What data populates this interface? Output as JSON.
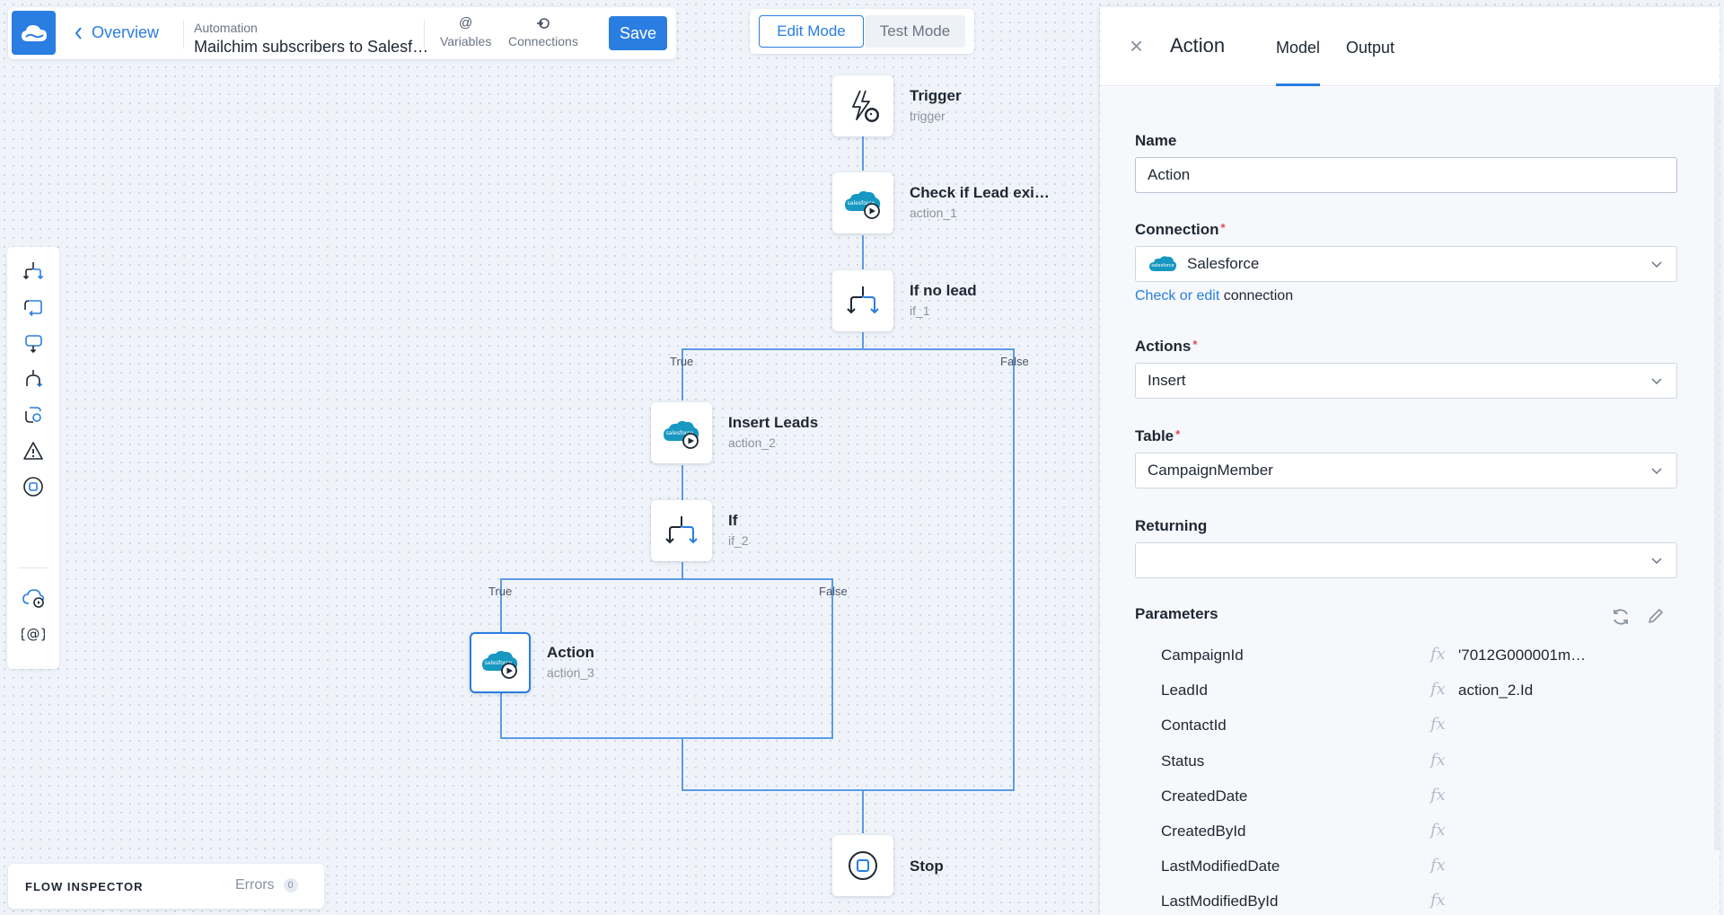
{
  "toolbar": {
    "back_label": "Overview",
    "automation_label": "Automation",
    "automation_name": "Mailchim subscribers to Salesf…",
    "variables_label": "Variables",
    "connections_label": "Connections",
    "save_label": "Save"
  },
  "modes": {
    "edit_label": "Edit Mode",
    "test_label": "Test Mode",
    "active": "Edit Mode"
  },
  "palette": {
    "items": [
      "if-icon",
      "loop-icon",
      "wait-icon",
      "split-icon",
      "try-icon",
      "raise-error-icon",
      "stop-icon",
      "action-icon",
      "variables-icon"
    ]
  },
  "flow": {
    "nodes": [
      {
        "title": "Trigger",
        "sub": "trigger"
      },
      {
        "title": "Check if Lead exi…",
        "sub": "action_1"
      },
      {
        "title": "If no lead",
        "sub": "if_1"
      },
      {
        "title": "Insert Leads",
        "sub": "action_2"
      },
      {
        "title": "If",
        "sub": "if_2"
      },
      {
        "title": "Action",
        "sub": "action_3"
      },
      {
        "title": "Stop",
        "sub": ""
      }
    ],
    "branches": {
      "true1": "True",
      "false1": "False",
      "true2": "True",
      "false2": "False"
    }
  },
  "inspector": {
    "title": "FLOW INSPECTOR",
    "errors_label": "Errors",
    "errors_count": "0"
  },
  "panel": {
    "title": "Action",
    "tabs": [
      "Model",
      "Output"
    ],
    "active_tab": "Model",
    "name_label": "Name",
    "name_value": "Action",
    "connection_label": "Connection",
    "connection_value": "Salesforce",
    "check_link": "Check or edit",
    "check_rest": " connection",
    "actions_label": "Actions",
    "actions_value": "Insert",
    "table_label": "Table",
    "table_value": "CampaignMember",
    "returning_label": "Returning",
    "returning_value": "",
    "parameters_label": "Parameters",
    "params": [
      {
        "name": "CampaignId",
        "fx": "fx",
        "value": "'7012G000001m…"
      },
      {
        "name": "LeadId",
        "fx": "fx",
        "value": "action_2.Id"
      },
      {
        "name": "ContactId",
        "fx": "fx",
        "value": ""
      },
      {
        "name": "Status",
        "fx": "fx",
        "value": ""
      },
      {
        "name": "CreatedDate",
        "fx": "fx",
        "value": ""
      },
      {
        "name": "CreatedById",
        "fx": "fx",
        "value": ""
      },
      {
        "name": "LastModifiedDate",
        "fx": "fx",
        "value": ""
      },
      {
        "name": "LastModifiedById",
        "fx": "fx",
        "value": ""
      }
    ]
  },
  "colors": {
    "accent": "#2a7de1",
    "salesforce": "#1798c1",
    "connector": "#5b9be6"
  }
}
